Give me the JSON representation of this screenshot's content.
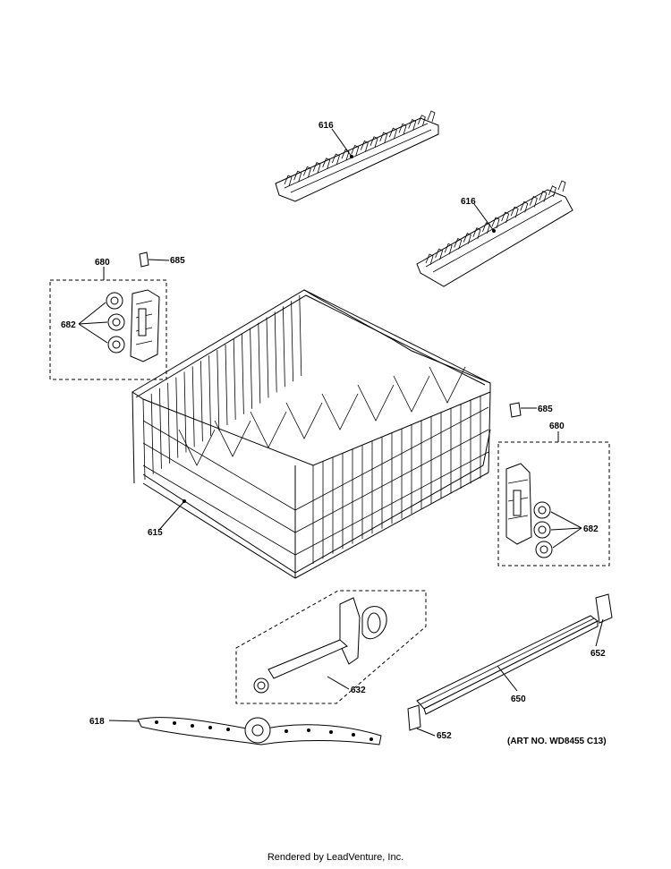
{
  "callouts": {
    "c616a": "616",
    "c616b": "616",
    "c680a": "680",
    "c682a": "682",
    "c685a": "685",
    "c615": "615",
    "c685b": "685",
    "c680b": "680",
    "c682b": "682",
    "c632": "632",
    "c650": "650",
    "c652a": "652",
    "c652b": "652",
    "c618": "618"
  },
  "art_number": "(ART NO. WD8455 C13)",
  "footer": "Rendered by LeadVenture, Inc."
}
